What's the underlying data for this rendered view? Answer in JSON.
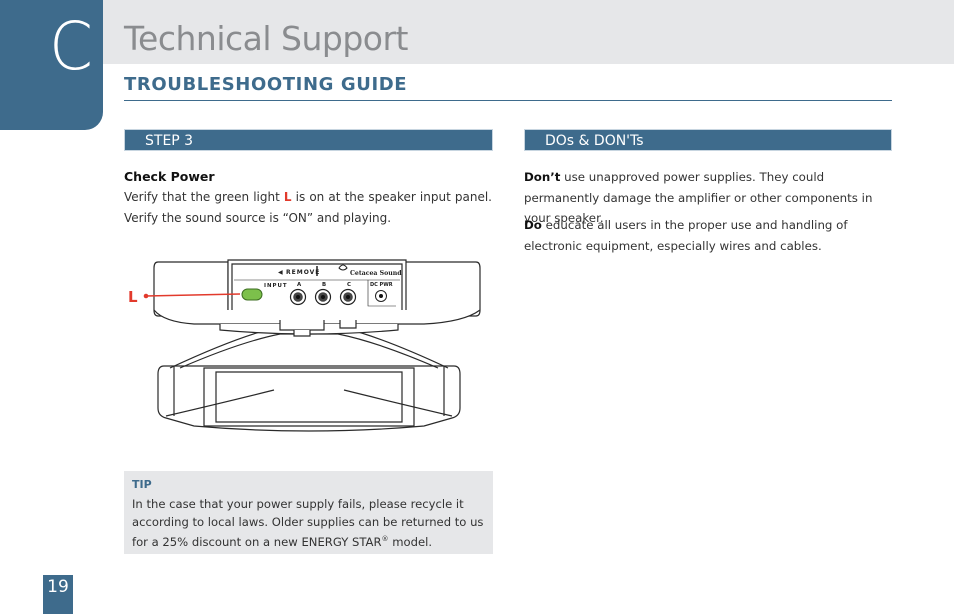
{
  "header": {
    "chapter_letter": "C",
    "title": "Technical Support",
    "section": "TROUBLESHOOTING GUIDE"
  },
  "step": {
    "bar_label": "STEP 3",
    "heading": "Check Power",
    "text_pre": "Verify that the green light ",
    "highlight": "L",
    "text_post": " is on at the speaker input panel. Verify the sound source is “ON” and playing."
  },
  "illustration": {
    "callout_label": "L",
    "remove_label": "REMOVE",
    "brand_label": "Cetacea Sound",
    "input_label": "INPUT",
    "port_a": "A",
    "port_b": "B",
    "port_c": "C",
    "dc_label": "DC PWR",
    "led_color": "#7cc04b",
    "accent_color": "#e23a2c"
  },
  "dos": {
    "bar_label": "DOs & DON'Ts",
    "dont_label": "Don’t",
    "dont_text": " use unapproved power supplies. They could permanently damage the amplifier or other components in your speaker.",
    "do_label": "Do",
    "do_text": " educate all users in the proper use and handling of electronic equipment, especially wires and cables."
  },
  "tip": {
    "label": "TIP",
    "text_main": "In the case that your power supply fails, please recycle it according to local laws. Older supplies can be returned to us for a 25% discount on a new ENERGY STAR",
    "trademark": "®",
    "text_end": " model."
  },
  "footer": {
    "page_number": "19"
  },
  "colors": {
    "brand_blue": "#3e6b8c",
    "header_gray": "#e6e7e9",
    "title_gray": "#8a8c8f",
    "highlight_red": "#e23a2c"
  }
}
